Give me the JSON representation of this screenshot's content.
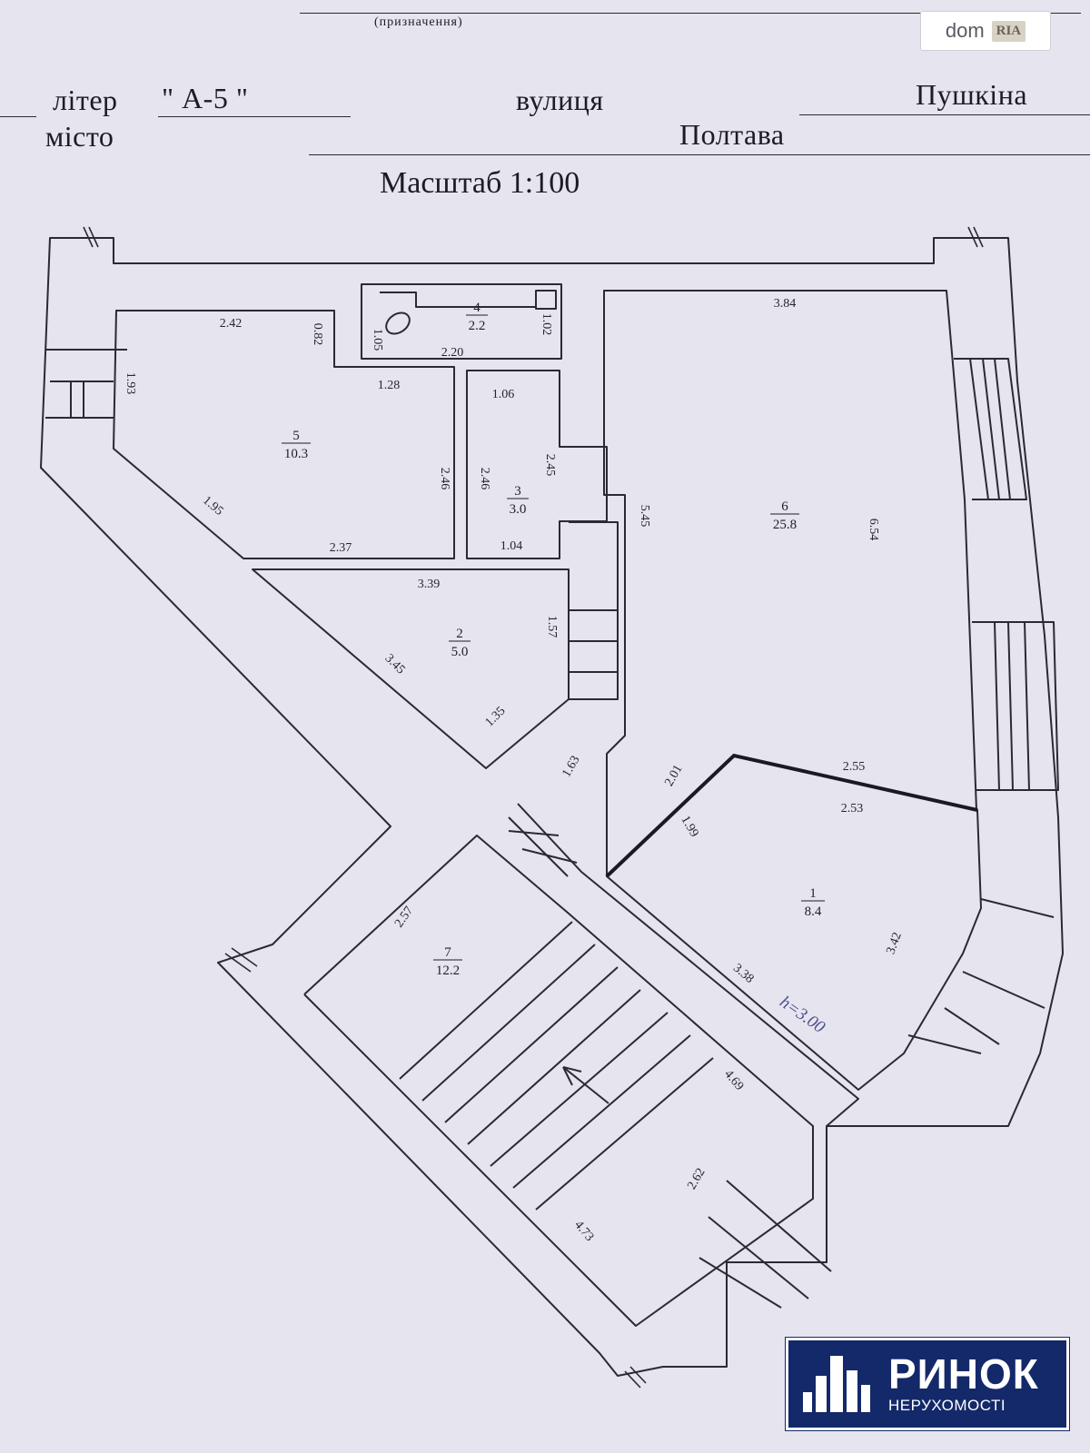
{
  "header": {
    "caption": "(призначення)",
    "liter_label": "літер",
    "liter_value": "\"  А-5  \"",
    "street_label": "вулиця",
    "street_value": "Пушкіна",
    "city_label": "місто",
    "city_value": "Полтава",
    "scale": "Масштаб 1:100"
  },
  "rooms": [
    {
      "number": "1",
      "area": "8.4"
    },
    {
      "number": "2",
      "area": "5.0"
    },
    {
      "number": "3",
      "area": "3.0"
    },
    {
      "number": "4",
      "area": "2.2"
    },
    {
      "number": "5",
      "area": "10.3"
    },
    {
      "number": "6",
      "area": "25.8"
    },
    {
      "number": "7",
      "area": "12.2"
    }
  ],
  "dimensions": {
    "room5_top": "2.42",
    "room5_right_small": "0.82",
    "room5_left": "1.93",
    "room5_step": "1.28",
    "room5_diag": "1.95",
    "room5_bottom": "2.37",
    "room5_right": "2.46",
    "room4_left": "1.05",
    "room4_bottom": "2.20",
    "room4_right": "1.02",
    "room3_top": "1.06",
    "room3_left": "2.46",
    "room3_right": "2.45",
    "room3_bottom": "1.04",
    "room2_top": "3.39",
    "room2_right": "1.57",
    "room2_diag": "3.45",
    "room2_bottom": "1.35",
    "room6_top": "3.84",
    "room6_left": "5.45",
    "room6_right": "6.54",
    "corridor": "1.63",
    "room1_top_outer": "2.55",
    "room1_top": "2.53",
    "room1_left_outer": "2.01",
    "room1_left": "1.99",
    "room1_right": "3.42",
    "room1_bottom": "3.38",
    "room7_left": "2.57",
    "room7_right": "4.69",
    "room7_mid": "2.62",
    "room7_bottom": "4.73"
  },
  "height_note": "h=3.00",
  "logos": {
    "dom_text": "dom",
    "ria_text": "RIA",
    "rynok_title": "РИНОК",
    "rynok_subtitle": "НЕРУХОМОСТІ"
  }
}
